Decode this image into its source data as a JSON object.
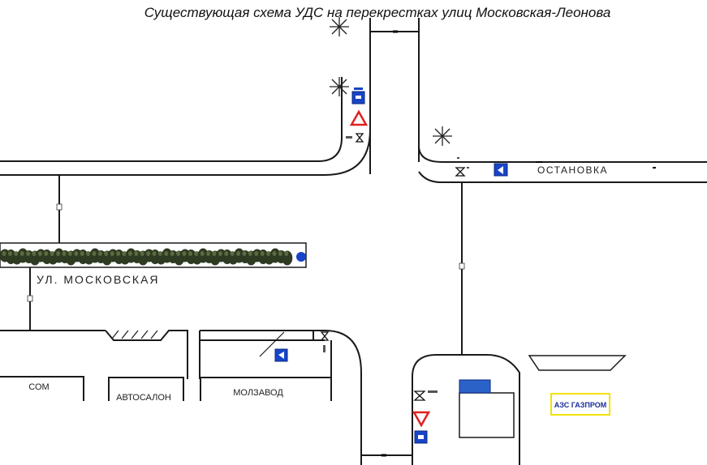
{
  "title": "Существующая схема  УДС на перекрестках улиц Московская-Леонова",
  "labels": {
    "street": "УЛ. МОСКОВСКАЯ",
    "bus_stop": "ОСТАНОВКА",
    "building_1": "СОМ",
    "building_2": "АВТОСАЛОН",
    "building_3": "МОЛЗАВОД",
    "gas_station": "АЗС ГАЗПРОМ"
  },
  "colors": {
    "road_line": "#1a1a1a",
    "sign_blue": "#1844c8",
    "sign_red": "#e02020",
    "trees": "#2e3a22",
    "gas_station_border": "#f2e200",
    "gas_station_text": "#1a2d9a"
  },
  "icons": [
    "snowflake-tree-icon",
    "bus-stop-sign-icon",
    "yield-sign-icon",
    "traffic-light-icon",
    "roundabout-sign-icon"
  ]
}
